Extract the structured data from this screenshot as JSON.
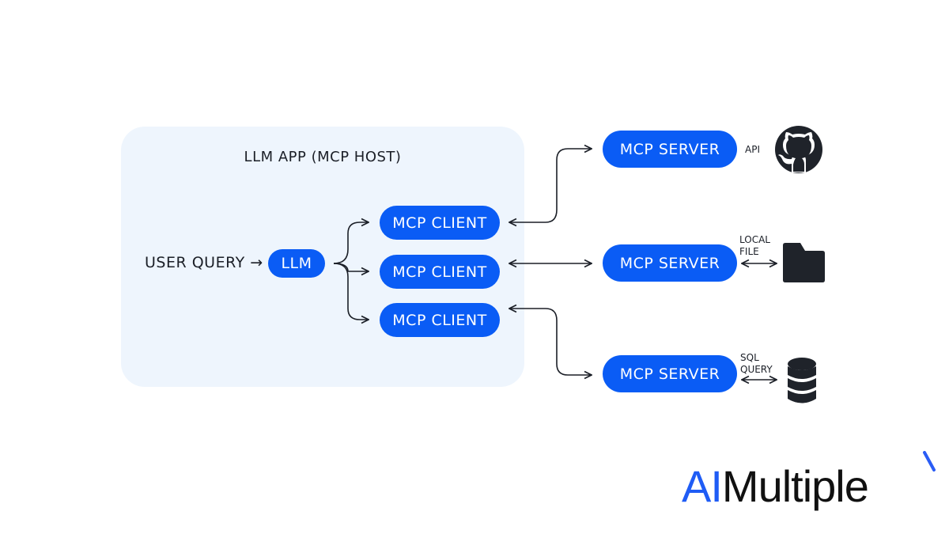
{
  "host": {
    "title": "LLM APP (MCP HOST)"
  },
  "user_query": "USER QUERY →",
  "llm": "LLM",
  "clients": [
    "MCP CLIENT",
    "MCP CLIENT",
    "MCP CLIENT"
  ],
  "servers": [
    {
      "label": "MCP SERVER",
      "connection": "API",
      "resource_icon": "github-icon"
    },
    {
      "label": "MCP SERVER",
      "connection": "LOCAL FILE",
      "resource_icon": "folder-icon"
    },
    {
      "label": "MCP SERVER",
      "connection": "SQL QUERY",
      "resource_icon": "database-icon"
    }
  ],
  "logo": {
    "part1": "AI",
    "part2": "Multiple"
  },
  "colors": {
    "pill": "#0a5cf5",
    "host_bg": "#eef5fd",
    "text": "#1b1f27",
    "icon": "#1f232a"
  }
}
